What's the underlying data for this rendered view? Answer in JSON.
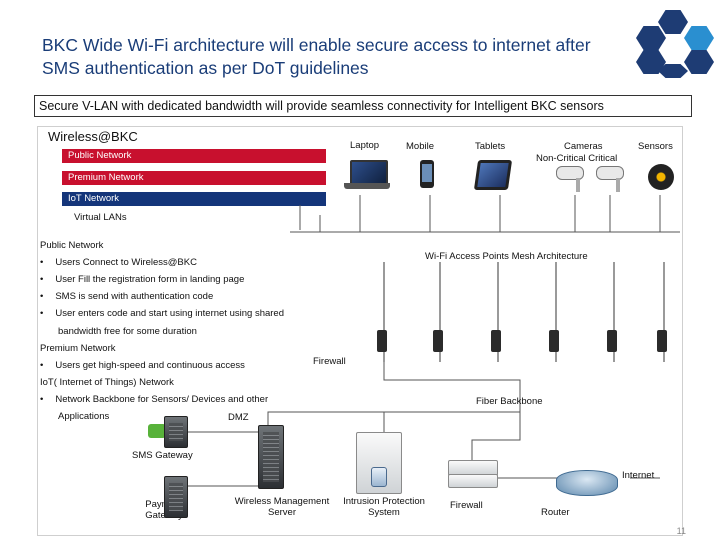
{
  "title": "BKC Wide Wi-Fi architecture will enable secure access to internet after SMS authentication as per DoT guidelines",
  "subtitle": "Secure V-LAN with dedicated bandwidth will provide seamless connectivity for Intelligent BKC sensors",
  "panel_title": "Wireless@BKC",
  "devices": {
    "laptop": "Laptop",
    "mobile": "Mobile",
    "tablets": "Tablets",
    "cameras": "Cameras",
    "cameras_sub": "Non-Critical  Critical",
    "sensors": "Sensors"
  },
  "networks": {
    "public": "Public Network",
    "premium": "Premium Network",
    "iot": "IoT Network",
    "vlans": "Virtual LANs"
  },
  "description": {
    "public_heading": "Public Network",
    "public_items": [
      "Users Connect to Wireless@BKC",
      "User Fill the registration form in landing page",
      "SMS is send with authentication code",
      "User enters code and start using internet using shared"
    ],
    "public_cont": "bandwidth free for some duration",
    "premium_heading": "Premium Network",
    "premium_items": [
      "Users get high-speed and continuous access"
    ],
    "iot_heading": "IoT( Internet of Things) Network",
    "iot_items": [
      "Network Backbone for Sensors/ Devices and other"
    ],
    "iot_cont": "Applications"
  },
  "diagram": {
    "ap_mesh": "Wi-Fi Access Points Mesh Architecture",
    "firewall_top": "Firewall",
    "fiber": "Fiber Backbone",
    "dmz": "DMZ",
    "sms_gateway": "SMS Gateway",
    "internet": "Internet",
    "payment_gateway": "Payment Gateway",
    "wireless_mgmt": "Wireless Management Server",
    "ips": "Intrusion Protection System",
    "firewall_bottom": "Firewall",
    "router": "Router"
  },
  "page_number": "11",
  "colors": {
    "title": "#1a3d78",
    "red_bar": "#c8102e",
    "blue_bar": "#14357a"
  }
}
